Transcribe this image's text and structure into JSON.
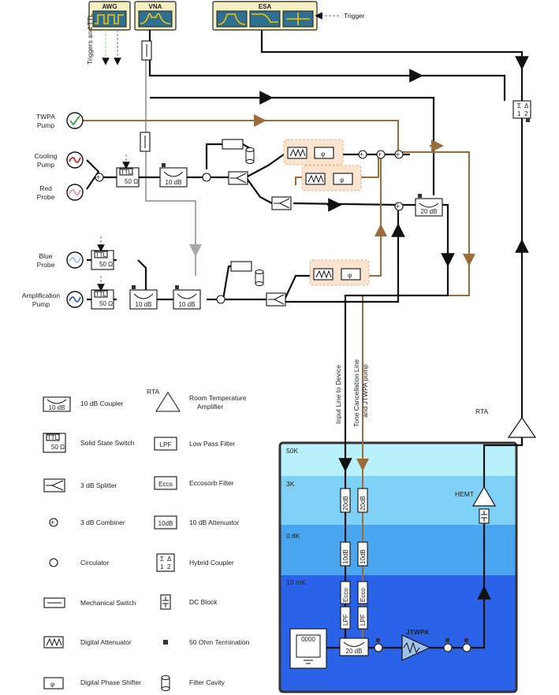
{
  "instruments": {
    "awg": "AWG",
    "vna": "VNA",
    "esa": "ESA",
    "trigger": "Trigger",
    "triggers_ttl": "Triggers and TTL"
  },
  "sources": {
    "twpa_pump": [
      "TWPA",
      "Pump"
    ],
    "cooling_pump": [
      "Cooling",
      "Pump"
    ],
    "red_probe": [
      "Red",
      "Probe"
    ],
    "blue_probe": [
      "Blue",
      "Probe"
    ],
    "amplification_pump": [
      "Amplification",
      "Pump"
    ]
  },
  "components": {
    "coupler": "10 dB",
    "coupler_20": "20 dB",
    "ttl": "TTL",
    "ohm": "50 Ω",
    "hybrid": [
      "Σ",
      "Δ",
      "1",
      "2"
    ]
  },
  "lines": {
    "input": "Input Line to Device",
    "tone": [
      "Tone Cancellation Line",
      "and JTWPA pump"
    ]
  },
  "fridge": {
    "stages": [
      "50K",
      "3K",
      "0.8K",
      "10 mK"
    ],
    "atten_20": "20dB",
    "atten_10": "10dB",
    "ecco": "Ecco",
    "lpf": "LPF",
    "coupler": "20 dB",
    "hemt": "HEMT",
    "rta": "RTA",
    "jtwpa": "JTWPA",
    "device": "0000"
  },
  "legend": {
    "left": [
      {
        "label": "10 dB Coupler",
        "icon": "coupler-icon"
      },
      {
        "label": "Solid State Switch",
        "icon": "solid-state-switch-icon"
      },
      {
        "label": "3 dB Splitter",
        "icon": "splitter-icon"
      },
      {
        "label": "3 dB Combiner",
        "icon": "combiner-icon"
      },
      {
        "label": "Circulator",
        "icon": "circulator-icon"
      },
      {
        "label": "Mechanical Switch",
        "icon": "mechanical-switch-icon"
      },
      {
        "label": "Digital Attenuator",
        "icon": "digital-attenuator-icon"
      },
      {
        "label": "Digital Phase Shifter",
        "icon": "phase-shifter-icon"
      }
    ],
    "right": [
      {
        "label": "Room Temperature Amplifier",
        "lines": [
          "Room Temperature",
          "Amplifier"
        ],
        "icon": "rta-icon",
        "tag": "RTA"
      },
      {
        "label": "Low Pass Filter",
        "icon": "lpf-icon",
        "tag": "LPF"
      },
      {
        "label": "Eccosorb Filter",
        "icon": "ecco-icon",
        "tag": "Ecco"
      },
      {
        "label": "10 dB Attenuator",
        "icon": "attenuator-icon",
        "tag": "10dB"
      },
      {
        "label": "Hybrid Coupler",
        "icon": "hybrid-coupler-icon"
      },
      {
        "label": "DC Block",
        "icon": "dc-block-icon"
      },
      {
        "label": "50 Ohm Termination",
        "icon": "termination-icon"
      },
      {
        "label": "Filter Cavity",
        "icon": "filter-cavity-icon"
      }
    ]
  },
  "colors": {
    "stage_50k": "#b8f1fb",
    "stage_3k": "#7fd0f6",
    "stage_08k": "#4aa6ee",
    "stage_10mk": "#2a63e8",
    "brown_line": "#9c6b3a",
    "gray_line": "#a8a8a8",
    "instrument_bg": "#f6efc2",
    "attenuator_box": "#fbe4cf"
  }
}
